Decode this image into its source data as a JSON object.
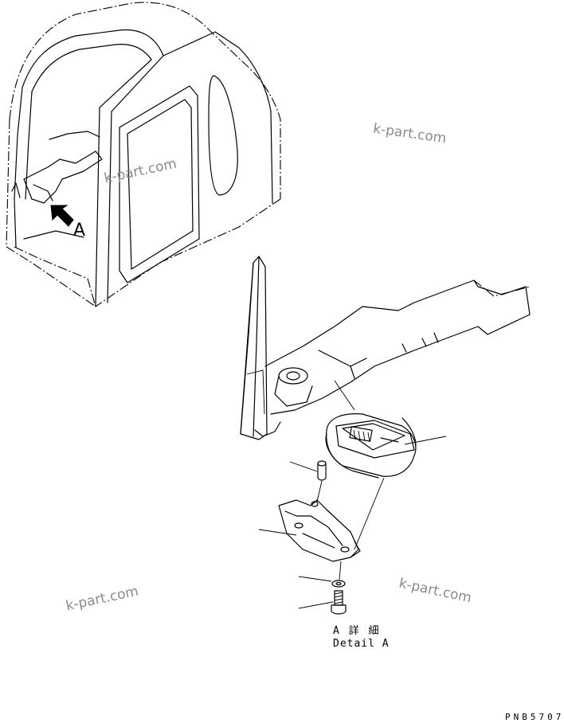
{
  "view_label": "A",
  "detail": {
    "line1": "A  詳 細",
    "line2": "Detail A"
  },
  "drawing_code": "PNB5707",
  "watermarks": [
    "k-part.com",
    "k-part.com",
    "k-part.com",
    "k-part.com"
  ]
}
